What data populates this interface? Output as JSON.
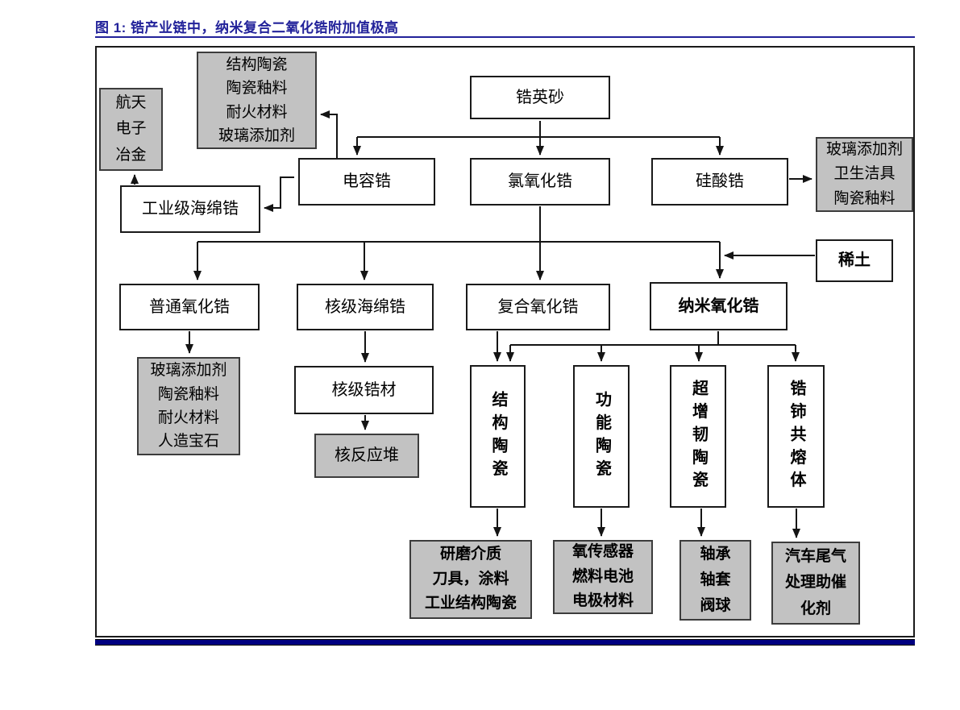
{
  "title": "图 1: 锆产业链中，纳米复合二氧化锆附加值极高",
  "colors": {
    "title_navy": "#22229a",
    "bottom_rule_navy": "#000080",
    "gray_box_fill": "#c2c2c2",
    "box_border": "#1a1a1a"
  },
  "nodes": {
    "zircon_sand": "锆英砂",
    "capacitor_zr": "电容锆",
    "zr_oxychloride": "氯氧化锆",
    "zr_silicate": "硅酸锆",
    "industrial_sponge_zr": "工业级海绵锆",
    "rare_earth": "稀土",
    "ordinary_zr_oxide": "普通氧化锆",
    "nuclear_sponge_zr": "核级海绵锆",
    "composite_zr_oxide": "复合氧化锆",
    "nano_zr_oxide": "纳米氧化锆",
    "nuclear_zr_material": "核级锆材",
    "structural_ceramics": "结构陶瓷",
    "functional_ceramics": "功能陶瓷",
    "super_toughened_ceramics": "超增韧陶瓷",
    "zr_ce_eutectic": "锆铈共熔体"
  },
  "applications": {
    "aerospace_electronics_metallurgy": "航天\n电子\n冶金",
    "capacitor_zr_uses": "结构陶瓷\n陶瓷釉料\n耐火材料\n玻璃添加剂",
    "zr_silicate_uses": "玻璃添加剂\n卫生洁具\n陶瓷釉料",
    "ordinary_oxide_uses": "玻璃添加剂\n陶瓷釉料\n耐火材料\n人造宝石",
    "nuclear_reactor": "核反应堆",
    "structural_ceramics_uses": "研磨介质\n刀具，涂料\n工业结构陶瓷",
    "functional_ceramics_uses": "氧传感器\n燃料电池\n电极材料",
    "toughened_ceramics_uses": "轴承\n轴套\n阀球",
    "eutectic_uses": "汽车尾气\n处理助催\n化剂"
  }
}
